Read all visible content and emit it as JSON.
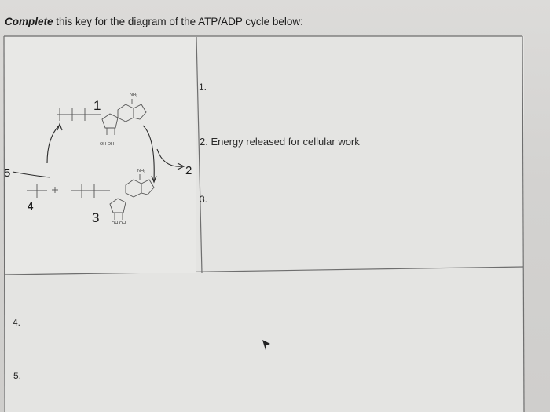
{
  "title": {
    "bold_part": "Complete",
    "rest": "this key for the diagram of the ATP/ADP cycle below:"
  },
  "key": {
    "item1": "1.",
    "item2": "2. Energy released for cellular work",
    "item3": "3.",
    "item4": "4.",
    "item5": "5."
  },
  "diagram": {
    "num1": "1",
    "num2": "2",
    "num3": "3",
    "num4": "4",
    "num5": "5",
    "oh_top": "OH OH",
    "oh_bottom": "OH OH",
    "nh2": "NH₂"
  }
}
